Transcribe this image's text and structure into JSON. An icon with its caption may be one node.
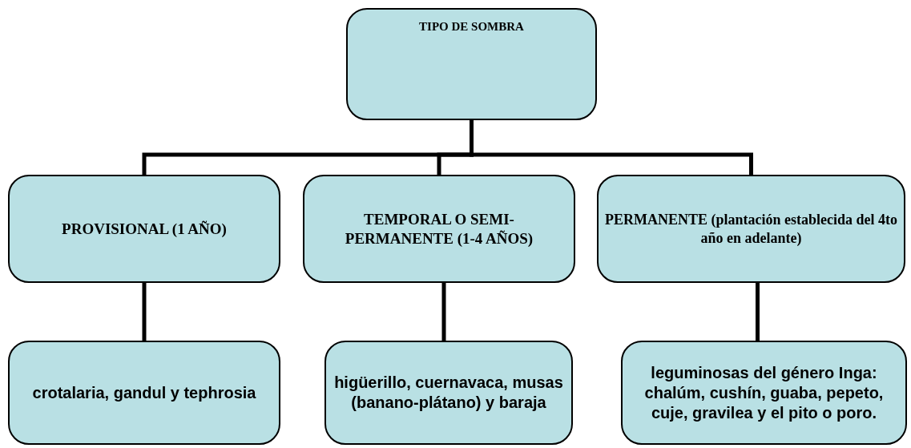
{
  "diagram": {
    "nodes": [
      {
        "text": [
          "TIPO DE SOMBRA"
        ]
      },
      {
        "text": [
          "PROVISIONAL (1 AÑO)"
        ]
      },
      {
        "text": [
          "TEMPORAL O SEMI-PERMANENTE (1-4 AÑOS)"
        ]
      },
      {
        "text": [
          "PERMANENTE (plantación establecida del 4to año en adelante)"
        ]
      },
      {
        "text": [
          "crotalaria, gandul y tephrosia"
        ]
      },
      {
        "text": [
          "higüerillo, cuernavaca, musas (banano-plátano) y baraja"
        ]
      },
      {
        "text": [
          "leguminosas del género Inga: chalúm, cushín, guaba, pepeto, cuje, gravilea y el pito o poro."
        ]
      }
    ],
    "edges": [
      {
        "from": 0,
        "to": 1,
        "arrow": "none"
      },
      {
        "from": 0,
        "to": 2,
        "arrow": "none"
      },
      {
        "from": 0,
        "to": 3,
        "arrow": "none"
      },
      {
        "from": 1,
        "to": 4,
        "arrow": "none"
      },
      {
        "from": 2,
        "to": 5,
        "arrow": "none"
      },
      {
        "from": 3,
        "to": 6,
        "arrow": "none"
      }
    ]
  }
}
